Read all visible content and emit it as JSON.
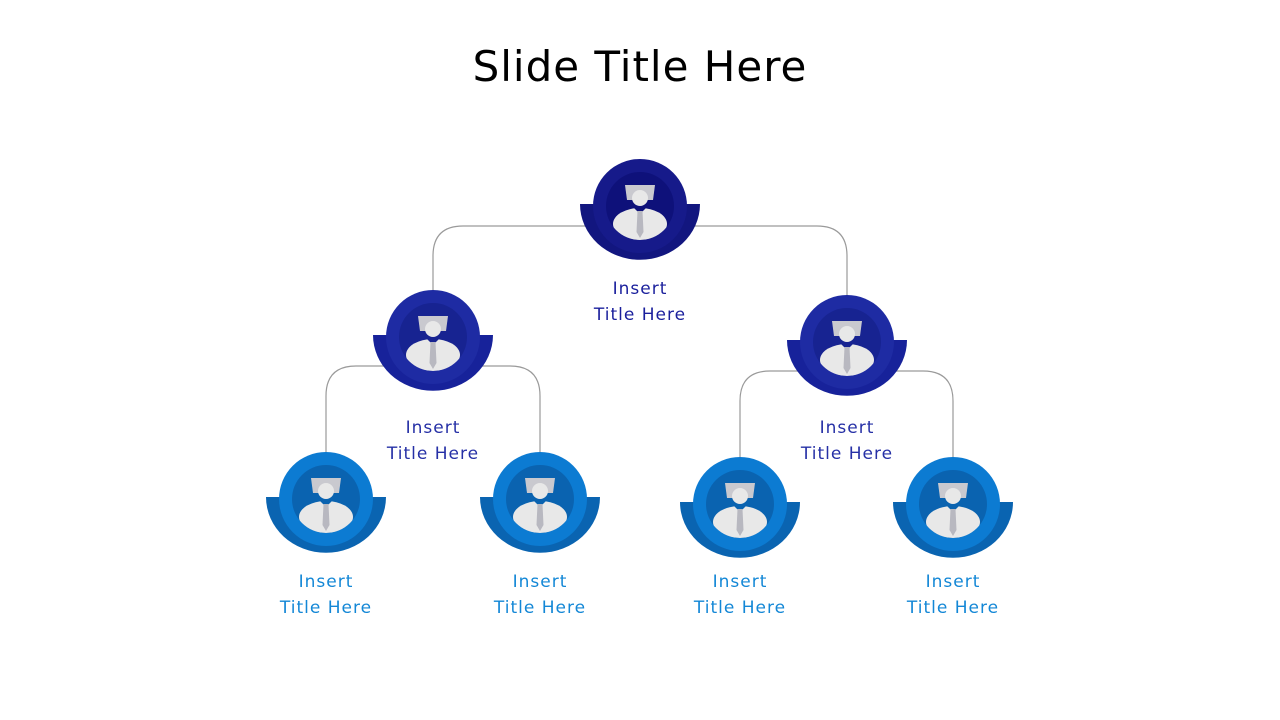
{
  "slide": {
    "title": "Slide Title Here"
  },
  "colors": {
    "level0": {
      "ring": "#161a8a",
      "inner": "#0e117a",
      "band": "#12167f",
      "text": "#1a1f9c"
    },
    "level1": {
      "ring": "#1e2ba3",
      "inner": "#172391",
      "band": "#17229a",
      "text": "#2630a6"
    },
    "level2": {
      "ring": "#0c7bd2",
      "inner": "#0a63b0",
      "band": "#0a64b1",
      "text": "#1387d6"
    },
    "connector": "#9a9a9a",
    "person": "#e8e8e8",
    "tie": "#b8b8c0"
  },
  "nodes": [
    {
      "id": "root",
      "level": 0,
      "line1": "Insert",
      "line2": "Title Here"
    },
    {
      "id": "left-manager",
      "level": 1,
      "line1": "Insert",
      "line2": "Title Here"
    },
    {
      "id": "right-manager",
      "level": 1,
      "line1": "Insert",
      "line2": "Title Here"
    },
    {
      "id": "leaf-1",
      "level": 2,
      "line1": "Insert",
      "line2": "Title Here"
    },
    {
      "id": "leaf-2",
      "level": 2,
      "line1": "Insert",
      "line2": "Title Here"
    },
    {
      "id": "leaf-3",
      "level": 2,
      "line1": "Insert",
      "line2": "Title Here"
    },
    {
      "id": "leaf-4",
      "level": 2,
      "line1": "Insert",
      "line2": "Title Here"
    }
  ],
  "edges": [
    {
      "from": "root",
      "to": "left-manager"
    },
    {
      "from": "root",
      "to": "right-manager"
    },
    {
      "from": "left-manager",
      "to": "leaf-1"
    },
    {
      "from": "left-manager",
      "to": "leaf-2"
    },
    {
      "from": "right-manager",
      "to": "leaf-3"
    },
    {
      "from": "right-manager",
      "to": "leaf-4"
    }
  ]
}
